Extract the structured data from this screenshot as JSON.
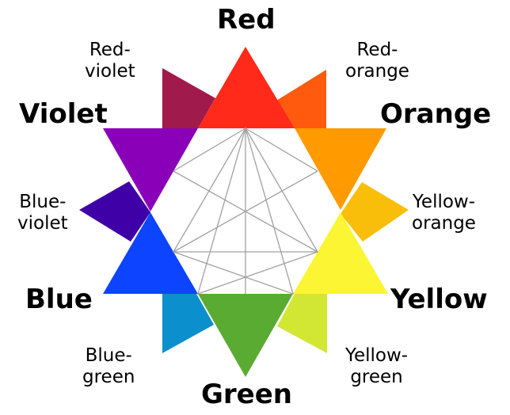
{
  "wheel": {
    "primary": {
      "red": {
        "name": "Red",
        "color": "#ff2a1a"
      },
      "yellow": {
        "name": "Yellow",
        "color": "#fcf533"
      },
      "blue": {
        "name": "Blue",
        "color": "#0d44ff"
      }
    },
    "secondary": {
      "orange": {
        "name": "Orange",
        "color": "#ff9a00"
      },
      "green": {
        "name": "Green",
        "color": "#5aab32"
      },
      "violet": {
        "name": "Violet",
        "color": "#8a00b8"
      }
    },
    "tertiary": {
      "red_orange": {
        "line1": "Red-",
        "line2": "orange",
        "color": "#ff5a0e"
      },
      "yellow_orange": {
        "line1": "Yellow-",
        "line2": "orange",
        "color": "#f8be0a"
      },
      "yellow_green": {
        "line1": "Yellow-",
        "line2": "green",
        "color": "#d2e634"
      },
      "blue_green": {
        "line1": "Blue-",
        "line2": "green",
        "color": "#0b90cd"
      },
      "blue_violet": {
        "line1": "Blue-",
        "line2": "violet",
        "color": "#4000a8"
      },
      "red_violet": {
        "line1": "Red-",
        "line2": "violet",
        "color": "#a01a4b"
      }
    },
    "center_color": "#ffffff",
    "line_color": "#a0a0a0"
  }
}
